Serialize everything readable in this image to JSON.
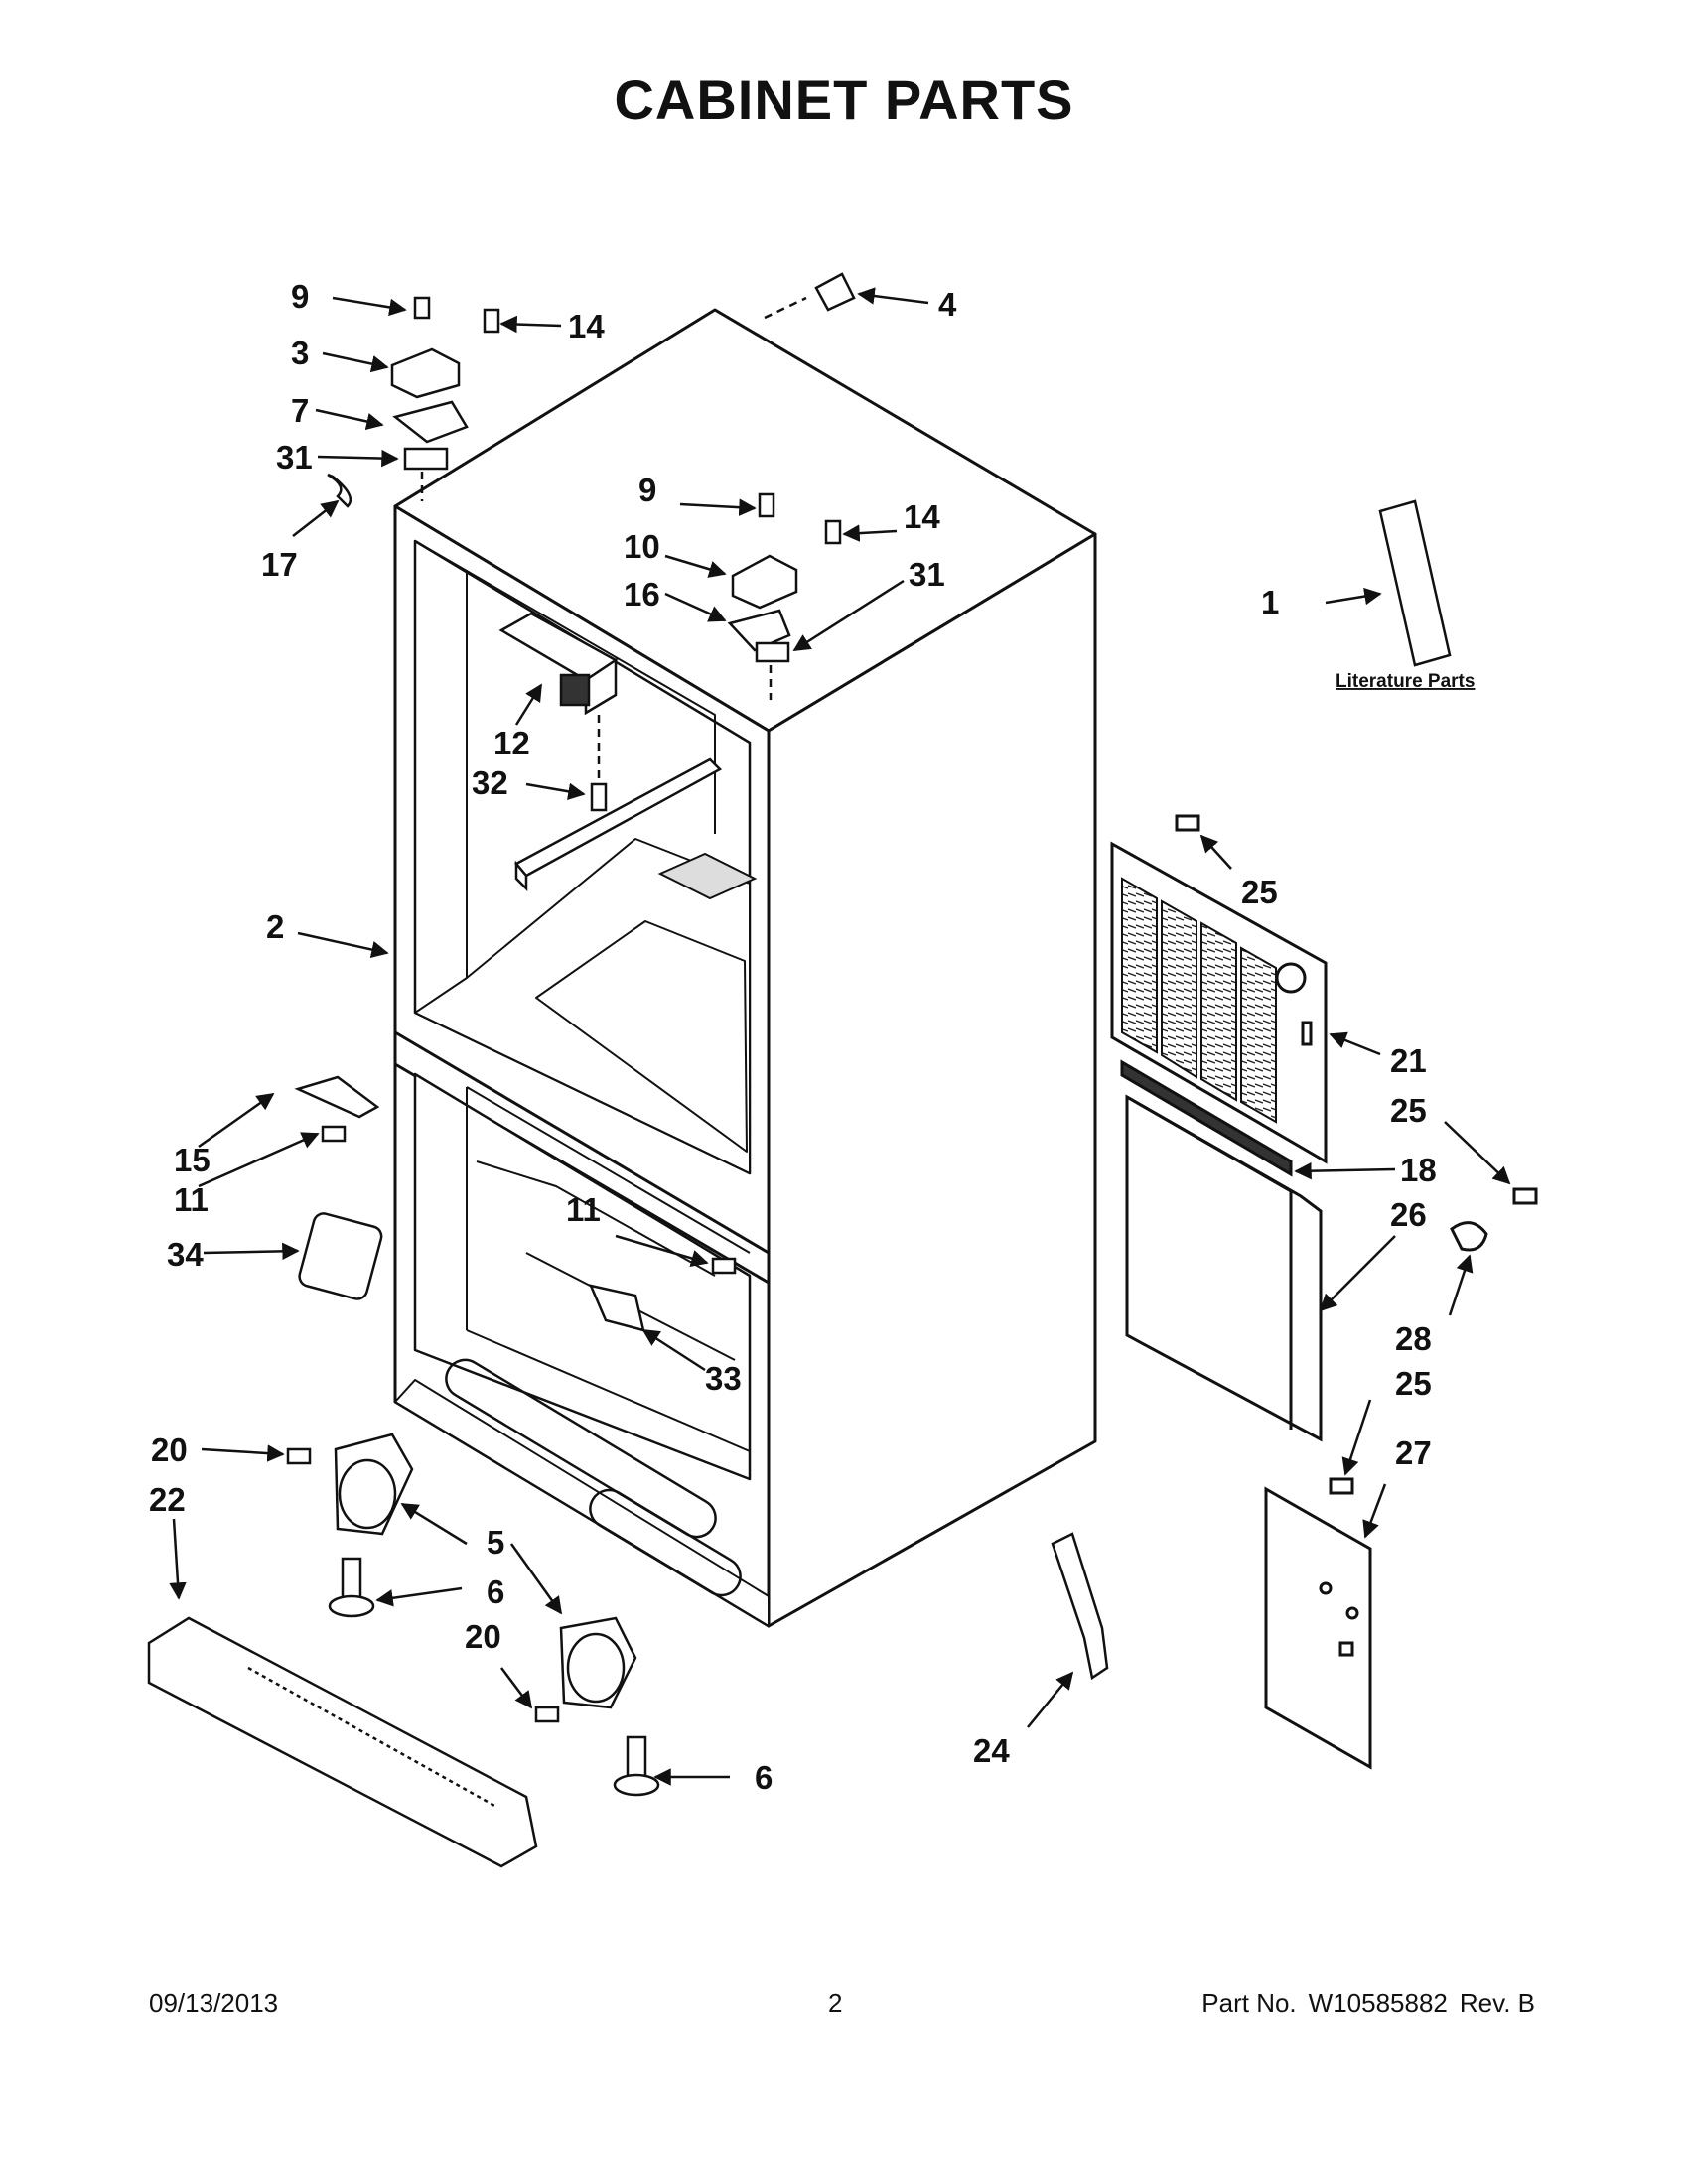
{
  "title": "CABINET PARTS",
  "footer": {
    "date": "09/13/2013",
    "page": "2",
    "part_label": "Part No.",
    "part_number": "W10585882",
    "revision": "Rev. B"
  },
  "diagram": {
    "literature_label": "Literature Parts",
    "callouts": {
      "c1": "1",
      "c2": "2",
      "c3": "3",
      "c4": "4",
      "c5": "5",
      "c6a": "6",
      "c6b": "6",
      "c7": "7",
      "c9a": "9",
      "c9b": "9",
      "c10": "10",
      "c11a": "11",
      "c11b": "11",
      "c12": "12",
      "c14a": "14",
      "c14b": "14",
      "c15": "15",
      "c16": "16",
      "c17": "17",
      "c18": "18",
      "c20a": "20",
      "c20b": "20",
      "c21": "21",
      "c22": "22",
      "c24": "24",
      "c25a": "25",
      "c25b": "25",
      "c25c": "25",
      "c26": "26",
      "c27": "27",
      "c28": "28",
      "c31a": "31",
      "c31b": "31",
      "c32": "32",
      "c33": "33",
      "c34": "34"
    }
  }
}
